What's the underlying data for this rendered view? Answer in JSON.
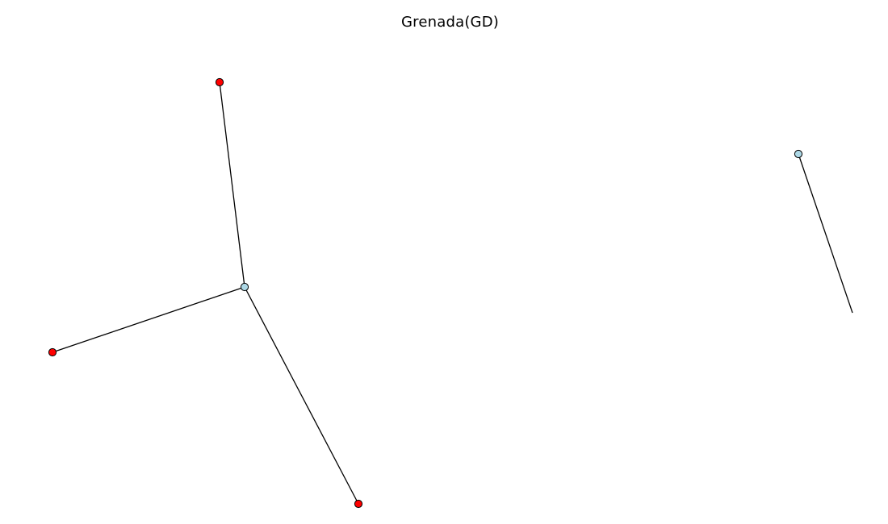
{
  "title": "Grenada(GD)",
  "graph": {
    "nodes": [
      {
        "id": "hub",
        "color": "#add8e6"
      },
      {
        "id": "top",
        "color": "#ff0000"
      },
      {
        "id": "left",
        "color": "#ff0000"
      },
      {
        "id": "bottom",
        "color": "#ff0000"
      },
      {
        "id": "right",
        "color": "#add8e6"
      }
    ],
    "edges": [
      {
        "from": "hub",
        "to": "top"
      },
      {
        "from": "hub",
        "to": "left"
      },
      {
        "from": "hub",
        "to": "bottom"
      },
      {
        "from": "right",
        "to": null
      }
    ]
  }
}
